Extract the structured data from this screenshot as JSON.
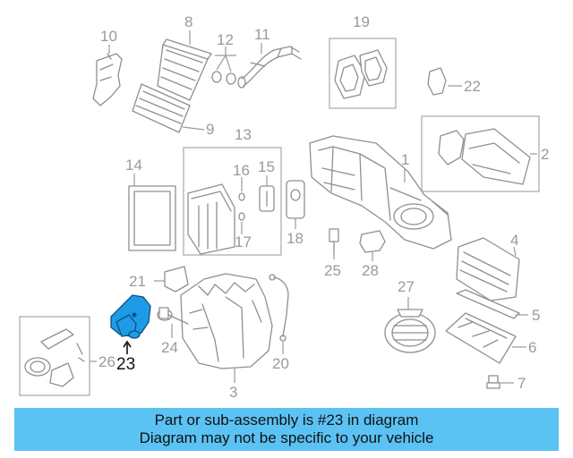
{
  "callouts": [
    {
      "id": "1",
      "label": "1"
    },
    {
      "id": "2",
      "label": "2"
    },
    {
      "id": "3",
      "label": "3"
    },
    {
      "id": "4",
      "label": "4"
    },
    {
      "id": "5",
      "label": "5"
    },
    {
      "id": "6",
      "label": "6"
    },
    {
      "id": "7",
      "label": "7"
    },
    {
      "id": "8",
      "label": "8"
    },
    {
      "id": "9",
      "label": "9"
    },
    {
      "id": "10",
      "label": "10"
    },
    {
      "id": "11",
      "label": "11"
    },
    {
      "id": "12",
      "label": "12"
    },
    {
      "id": "13",
      "label": "13"
    },
    {
      "id": "14",
      "label": "14"
    },
    {
      "id": "15",
      "label": "15"
    },
    {
      "id": "16",
      "label": "16"
    },
    {
      "id": "17",
      "label": "17"
    },
    {
      "id": "18",
      "label": "18"
    },
    {
      "id": "19",
      "label": "19"
    },
    {
      "id": "20",
      "label": "20"
    },
    {
      "id": "21",
      "label": "21"
    },
    {
      "id": "22",
      "label": "22"
    },
    {
      "id": "23",
      "label": "23"
    },
    {
      "id": "24",
      "label": "24"
    },
    {
      "id": "25",
      "label": "25"
    },
    {
      "id": "26",
      "label": "26"
    },
    {
      "id": "27",
      "label": "27"
    },
    {
      "id": "28",
      "label": "28"
    }
  ],
  "highlighted_part": "23",
  "banner": {
    "line1": "Part or sub-assembly is #23 in diagram",
    "line2": "Diagram may not be specific to your vehicle"
  },
  "colors": {
    "banner": "#5bc2f4",
    "highlight_fill": "#1e9be6",
    "line_art": "#8f8f8f"
  }
}
